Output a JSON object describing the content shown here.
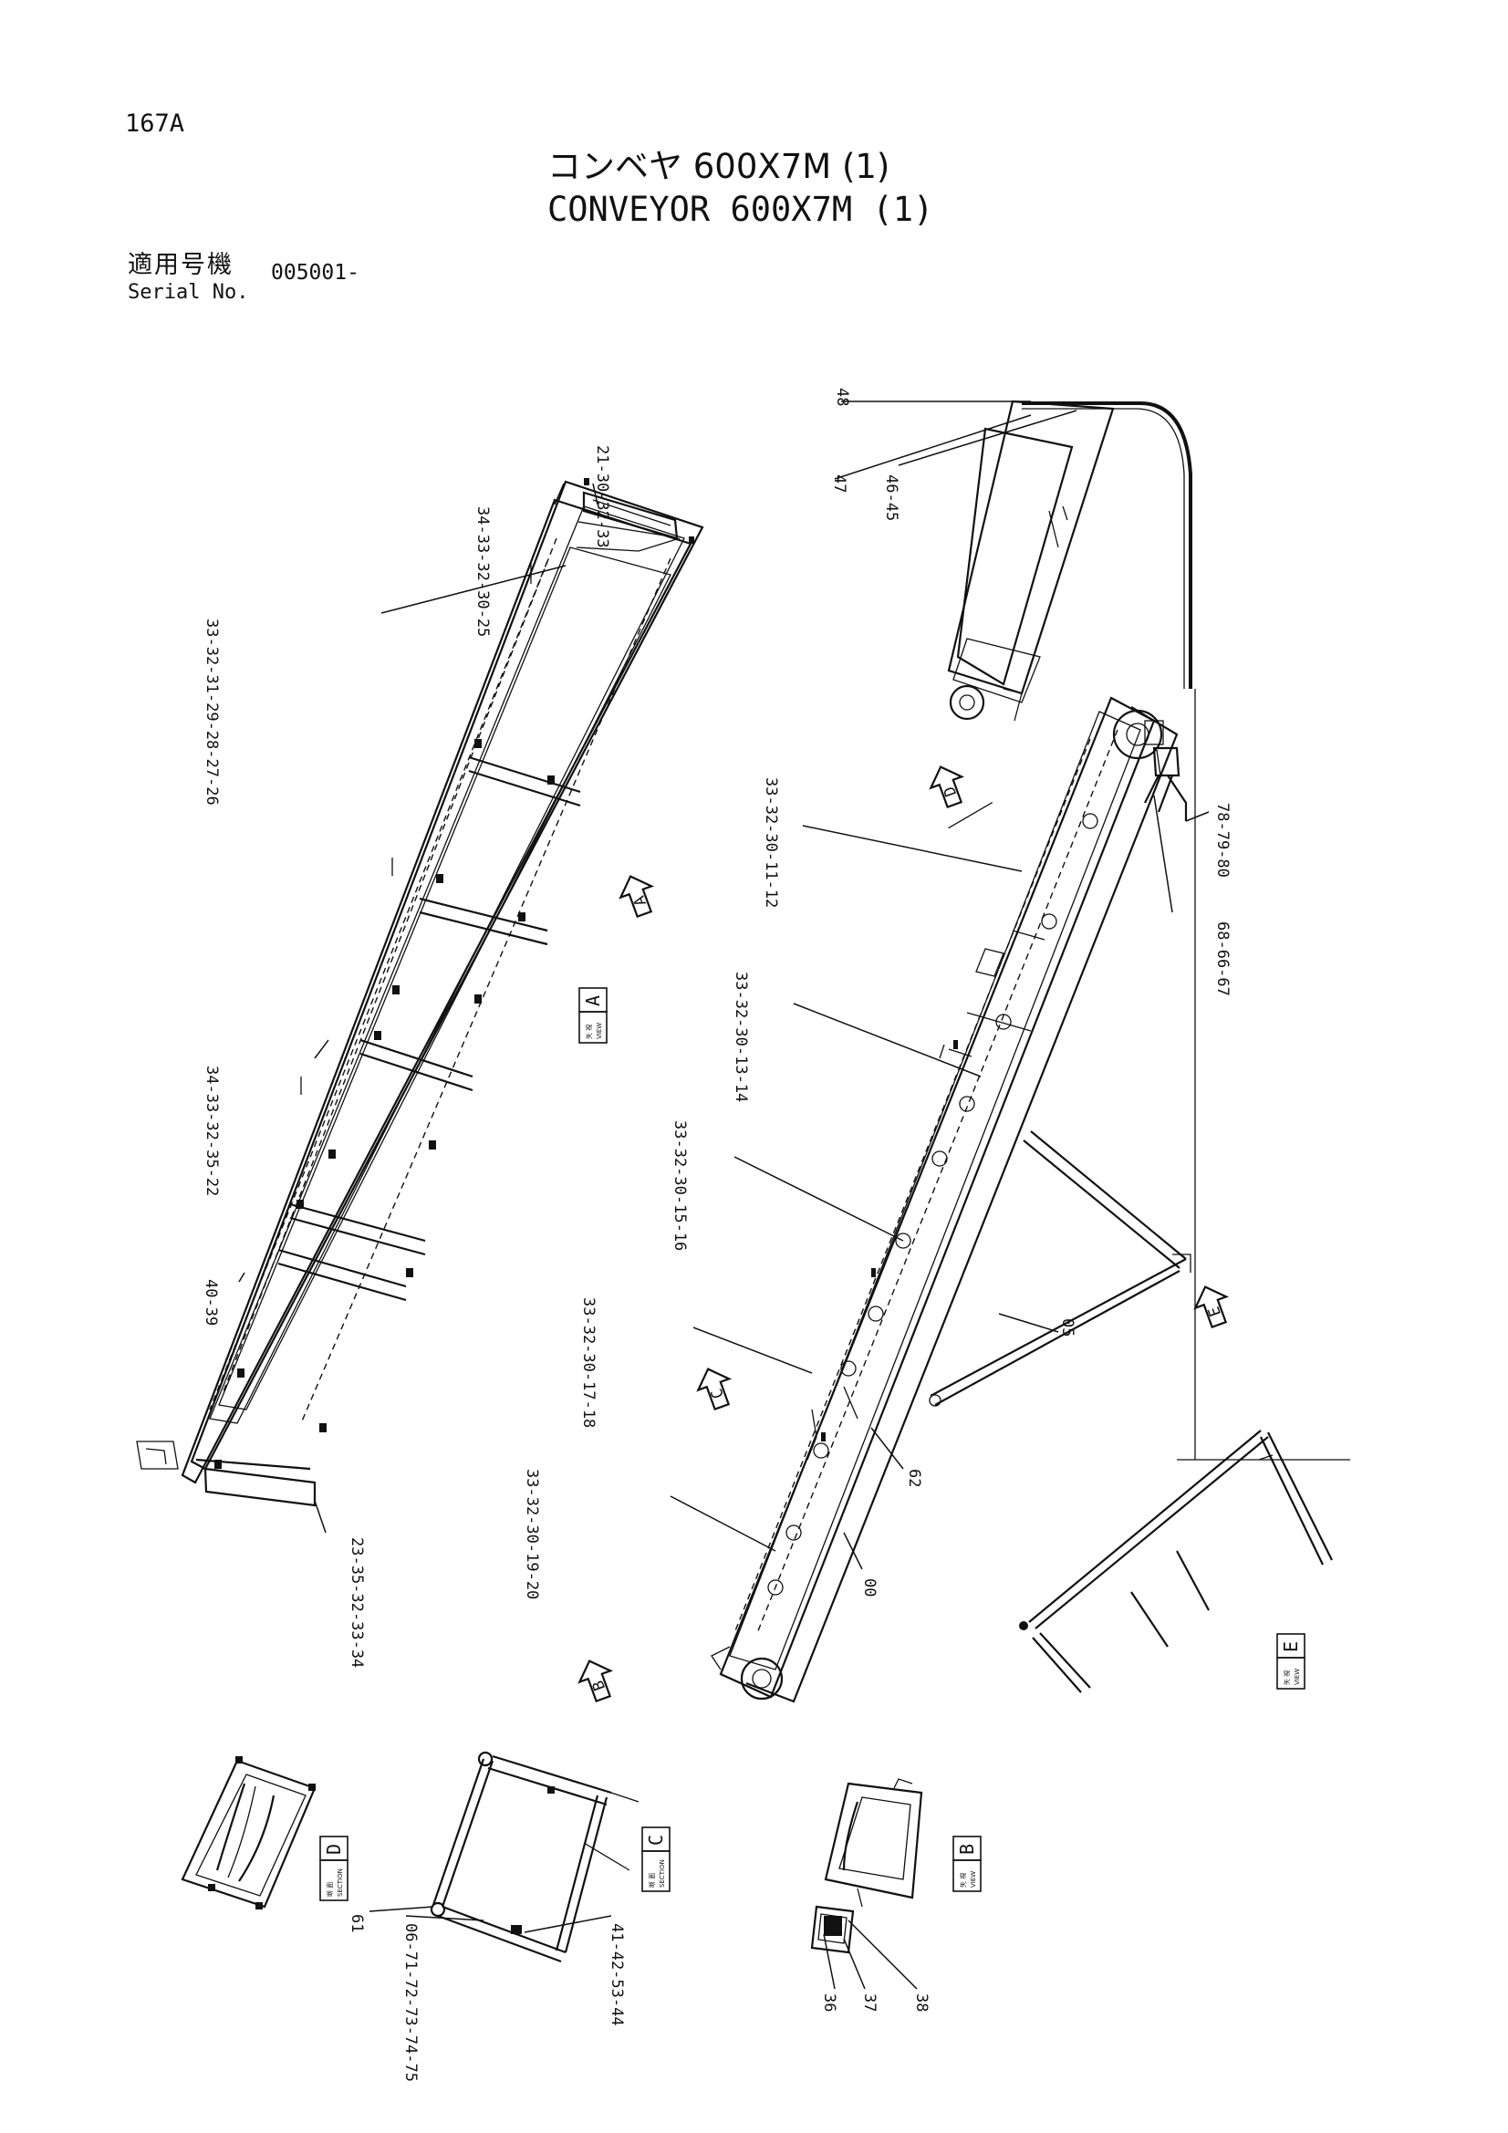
{
  "page_number": "167A",
  "title_jp": "コンベヤ 600X7M (1)",
  "title_en": "CONVEYOR 600X7M (1)",
  "serial_label_jp": "適用号機",
  "serial_label_en": "Serial No.",
  "serial_value": "005001-",
  "view_labels": {
    "a": {
      "kanji": "矢 視",
      "en": "VIEW",
      "letter": "A"
    },
    "b": {
      "kanji": "矢 視",
      "en": "VIEW",
      "letter": "B"
    },
    "c": {
      "kanji": "断 面",
      "en": "SECTION",
      "letter": "C"
    },
    "d": {
      "kanji": "断 面",
      "en": "SECTION",
      "letter": "D"
    },
    "e": {
      "kanji": "矢 視",
      "en": "VIEW",
      "letter": "E"
    }
  },
  "view_arrows": [
    "A",
    "B",
    "C",
    "D",
    "E"
  ],
  "callouts": {
    "g_top_left": "34-33-32-30-25",
    "g_top_right": "21-30-32-33",
    "g_upper": "33-32-31-29-28-27-26",
    "g_mid": "34-33-32-35-22",
    "g_40_39": "40-39",
    "g_bottom": "23-35-32-33-34",
    "g_48": "48",
    "g_47": "47",
    "g_46_45": "46-45",
    "g_11_12": "33-32-30-11-12",
    "g_78_80": "78-79-80",
    "g_68_67": "68-66-67",
    "g_13_14": "33-32-30-13-14",
    "g_15_16": "33-32-30-15-16",
    "g_17_18": "33-32-30-17-18",
    "g_05": "05",
    "g_19_20": "33-32-30-19-20",
    "g_62": "62",
    "g_00": "00",
    "g_61": "61",
    "g_06_75": "06-71-72-73-74-75",
    "g_41_44": "41-42-53-44",
    "g_36": "36",
    "g_37": "37",
    "g_38": "38"
  }
}
